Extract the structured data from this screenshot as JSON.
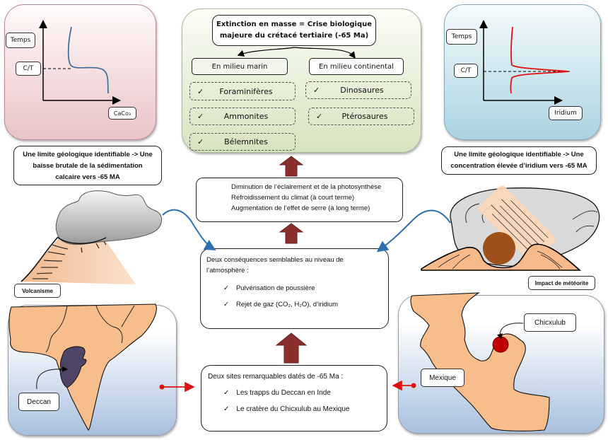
{
  "title_box": {
    "line1": "Extinction en masse = Crise biologique",
    "line2": "majeure du crétacé tertiaire (-65 Ma)"
  },
  "milieux": {
    "marin": {
      "label": "En milieu marin",
      "items": [
        "Foraminifères",
        "Ammonites",
        "Bélemnites"
      ]
    },
    "continental": {
      "label": "En milieu continental",
      "items": [
        "Dinosaures",
        "Ptérosaures"
      ]
    },
    "check_symbol": "✓"
  },
  "left_graph": {
    "y_label": "Temps",
    "marker_label": "C/T",
    "x_label": "CaCo₃",
    "caption_lines": [
      "Une limite géologique identifiable -> Une",
      "baisse brutale de la sédimentation",
      "calcaire vers -65 MA"
    ],
    "curve_color": "#3a6b9a"
  },
  "right_graph": {
    "y_label": "Temps",
    "marker_label": "C/T",
    "x_label": "Iridium",
    "caption_lines": [
      "Une limite géologique identifiable -> Une",
      "concentration élevée d’iridium vers -65 MA"
    ],
    "curve_color": "#e01010"
  },
  "effects_box": {
    "lines": [
      "Diminution de l’éclairement et de la photosynthèse",
      "Refroidissement du climat (à court terme)",
      "Augmentation de l’effet de serre (à long terme)"
    ]
  },
  "consequences_box": {
    "heading_line1": "Deux conséquences semblables au niveau de",
    "heading_line2": "l’atmosphère :",
    "items": [
      "Pulvérisation de poussière",
      "Rejet de gaz (CO₂, H₂O), d’iridium"
    ]
  },
  "sites_box": {
    "heading": "Deux sites remarquables datés de -65 Ma :",
    "items": [
      "Les trapps du Deccan en Inde",
      "Le cratère du Chicxulub au Mexique"
    ]
  },
  "illustrations": {
    "volcano_label": "Volcanisme",
    "meteor_label": "Impact de météorite",
    "india_label": "Deccan",
    "mexico_label": "Mexique",
    "crater_label": "Chicxulub"
  },
  "colors": {
    "arrow_fill": "#8b2e2e",
    "connector_blue": "#2e6fb0",
    "connector_red": "#e01010",
    "land": "#f7be8c",
    "deccan": "#4e4466",
    "crater": "#c00000",
    "meteor": "#9b4a10"
  }
}
